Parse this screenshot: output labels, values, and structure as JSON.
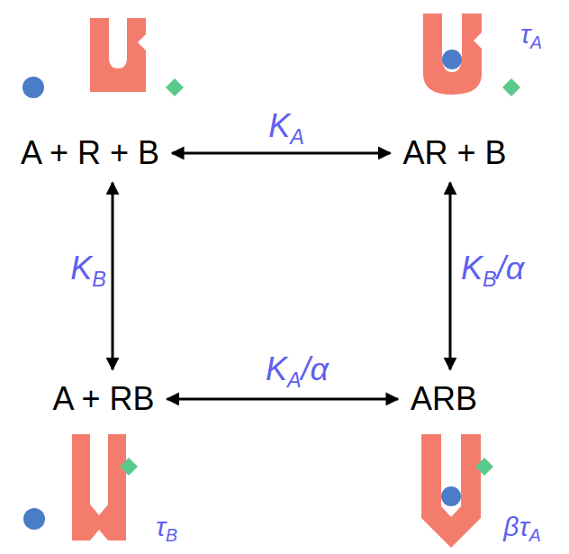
{
  "diagram": {
    "nodes": [
      {
        "text": [
          "A + R + B"
        ]
      },
      {
        "text": [
          "AR + B"
        ]
      },
      {
        "text": [
          "A + RB"
        ]
      },
      {
        "text": [
          "ARB"
        ]
      }
    ],
    "edges": [
      {
        "from": 0,
        "to": 1,
        "arrow": "both",
        "label": "KA"
      },
      {
        "from": 0,
        "to": 2,
        "arrow": "both",
        "label": "KB"
      },
      {
        "from": 1,
        "to": 3,
        "arrow": "both",
        "label": "KB/α"
      },
      {
        "from": 2,
        "to": 3,
        "arrow": "both",
        "label": "KA/α"
      }
    ],
    "labels": [
      "τA",
      "τB",
      "βτA"
    ]
  }
}
